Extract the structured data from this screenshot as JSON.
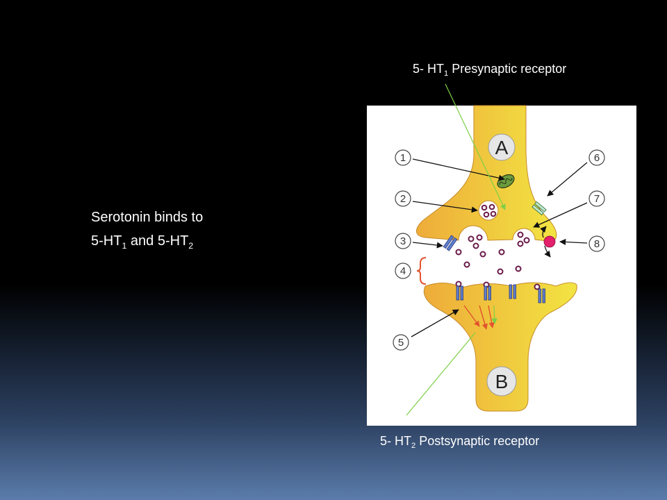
{
  "slide": {
    "presynaptic_label": {
      "prefix": "5- HT",
      "sub": "1",
      "suffix": " Presynaptic receptor"
    },
    "postsynaptic_label": {
      "prefix": "5- HT",
      "sub": "2",
      "suffix": " Postsynaptic receptor"
    },
    "note": {
      "line1": "Serotonin binds to",
      "line2": {
        "part1": "5-HT",
        "sub1": "1",
        "part2": " and 5-HT",
        "sub2": "2"
      }
    }
  },
  "diagram": {
    "neuron_labels": [
      "A",
      "B"
    ],
    "callouts": [
      "1",
      "2",
      "3",
      "4",
      "5",
      "6",
      "7",
      "8"
    ]
  },
  "colors": {
    "pointer_line": "#7ccf46",
    "neuron_fill_left": "#eeac3a",
    "neuron_fill_right": "#f2e442",
    "receptor": "#5f7fcf",
    "transporter": "#e2206c",
    "bracket": "#e2522e",
    "panel": "#ffffff",
    "text": "#ffffff"
  }
}
